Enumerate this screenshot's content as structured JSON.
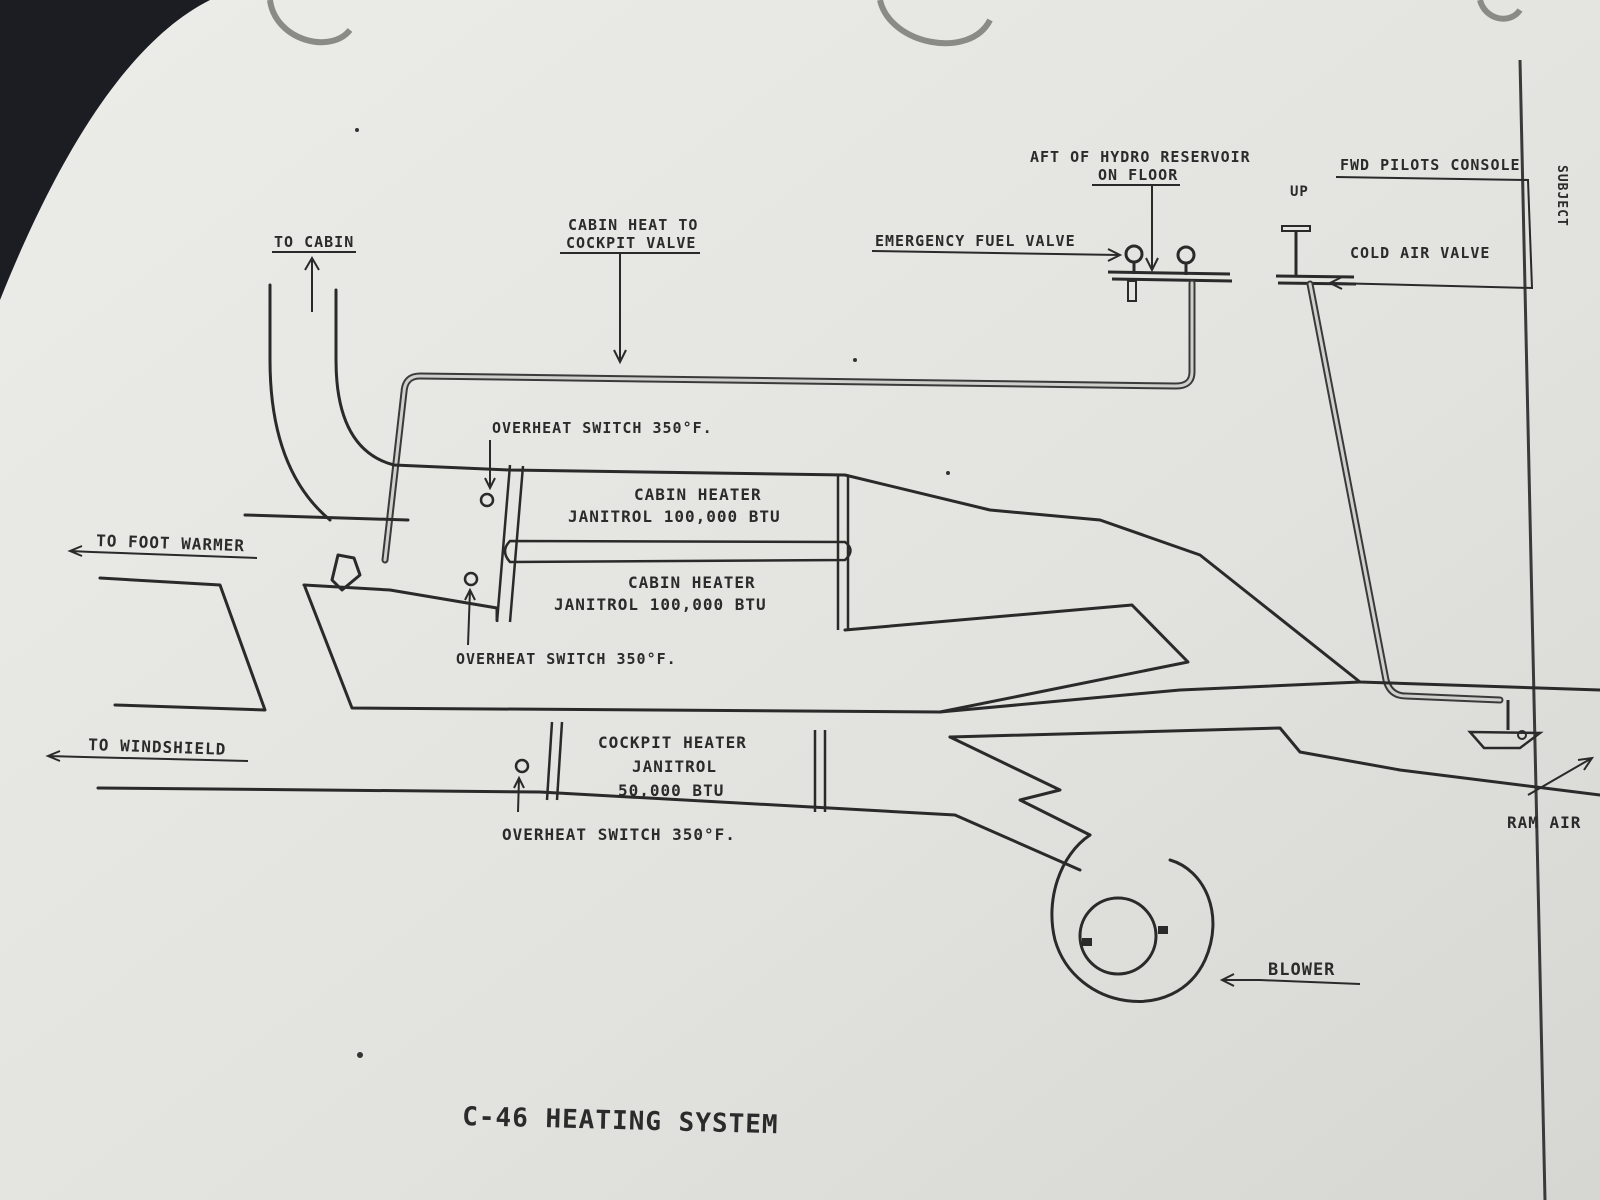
{
  "title": "C-46 HEATING SYSTEM",
  "labels": {
    "to_cabin": "TO CABIN",
    "cabin_heat_valve_l1": "CABIN HEAT TO",
    "cabin_heat_valve_l2": "COCKPIT VALVE",
    "aft_hydro_l1": "AFT OF HYDRO RESERVOIR",
    "aft_hydro_l2": "ON FLOOR",
    "emergency_fuel_valve": "EMERGENCY FUEL VALVE",
    "up": "UP",
    "fwd_pilots_console": "FWD PILOTS CONSOLE",
    "cold_air_valve": "COLD AIR VALVE",
    "subject": "SUBJECT",
    "overheat_1": "OVERHEAT SWITCH 350°F.",
    "overheat_2": "OVERHEAT SWITCH 350°F.",
    "overheat_3": "OVERHEAT SWITCH 350°F.",
    "heater1_l1": "CABIN HEATER",
    "heater1_l2": "JANITROL 100,000 BTU",
    "heater2_l1": "CABIN HEATER",
    "heater2_l2": "JANITROL 100,000 BTU",
    "cockpit_l1": "COCKPIT HEATER",
    "cockpit_l2": "JANITROL",
    "cockpit_l3": "50,000 BTU",
    "to_foot_warmer": "TO FOOT WARMER",
    "to_windshield": "TO WINDSHIELD",
    "ram_air": "RAM AIR",
    "blower": "BLOWER"
  },
  "colors": {
    "paper": "#e4e4e0",
    "ink": "#2a2a2a",
    "background": "#1b1d22"
  }
}
